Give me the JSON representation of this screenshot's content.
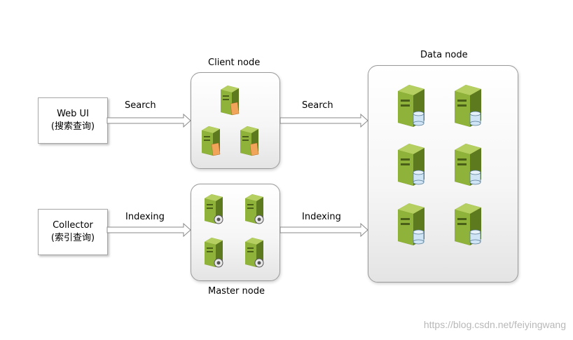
{
  "sources": [
    {
      "title": "Web UI",
      "subtitle": "(搜索查询)"
    },
    {
      "title": "Collector",
      "subtitle": "(索引查询)"
    }
  ],
  "nodes": {
    "client": "Client node",
    "master": "Master node",
    "data": "Data node"
  },
  "edges": {
    "search_in": "Search",
    "search_out": "Search",
    "index_in": "Indexing",
    "index_out": "Indexing"
  },
  "watermark": "https://blog.csdn.net/feiyingwang",
  "icons": {
    "client_server": "server-with-orange-doc-icon",
    "master_server": "server-with-gear-icon",
    "data_server": "server-with-database-icon"
  },
  "colors": {
    "server_green": "#8fb23a",
    "server_dark": "#5d7a1f",
    "db_blue": "#cfe4f4",
    "doc_orange": "#f0a55a"
  }
}
